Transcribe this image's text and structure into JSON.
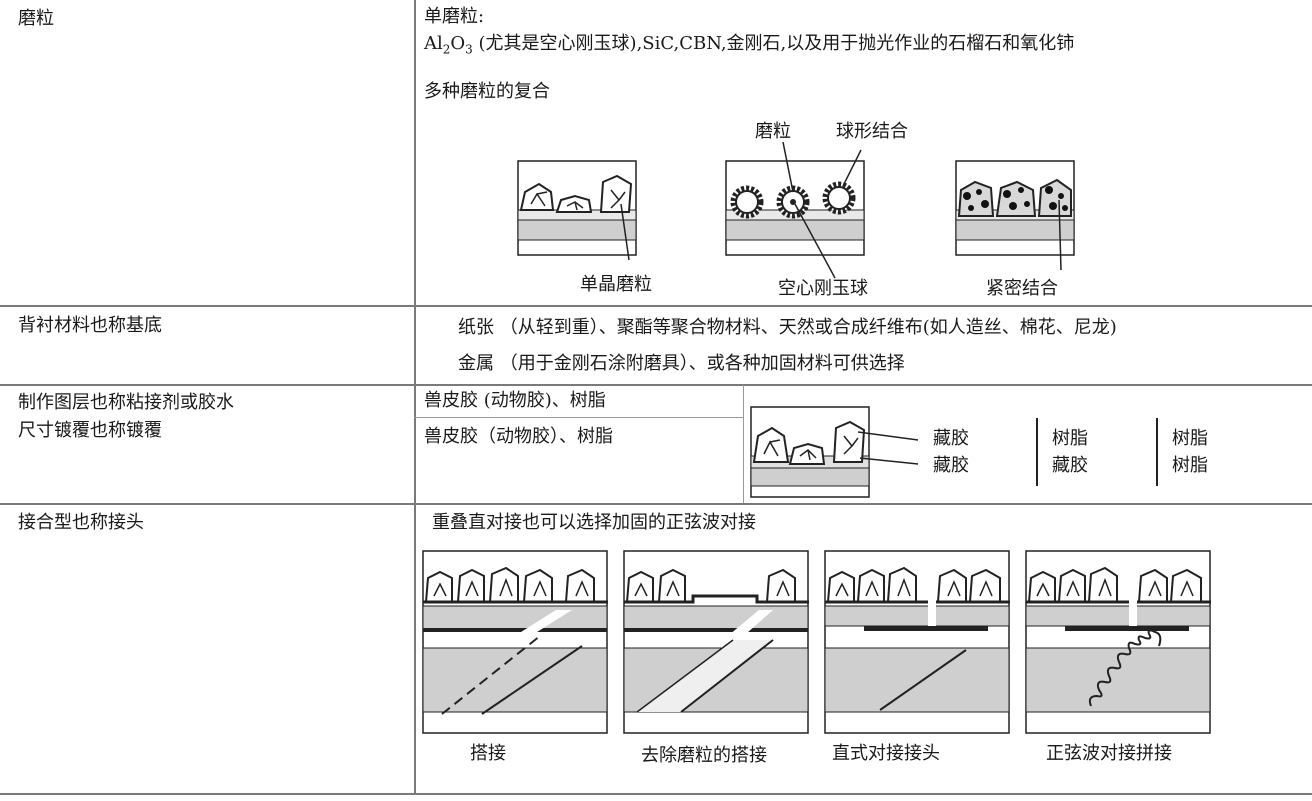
{
  "rows": {
    "abrasive": {
      "label": "磨粒",
      "single_title": "单磨粒:",
      "single_formula_a": "Al",
      "single_formula_sub1": "2",
      "single_formula_o": "O",
      "single_formula_sub2": "3",
      "single_rest": " (尤其是空心刚玉球),SiC,CBN,金刚石,以及用于抛光作业的石榴石和氧化铈",
      "composite_title": "多种磨粒的复合",
      "fig_label_grain": "磨粒",
      "fig_label_sphere_bond": "球形结合",
      "fig_label_single_crystal": "单晶磨粒",
      "fig_label_hollow": "空心刚玉球",
      "fig_label_dense": "紧密结合"
    },
    "backing": {
      "label": "背衬材料也称基底",
      "line1": "纸张 （从轻到重）、聚酯等聚合物材料、天然或合成纤维布(如人造丝、棉花、尼龙)",
      "line2": "金属 （用于金刚石涂附磨具）、或各种加固材料可供选择"
    },
    "make_coat": {
      "label": "制作图层也称粘接剂或胶水",
      "value": "兽皮胶 (动物胶)、树脂"
    },
    "size_coat": {
      "label": "尺寸镀覆也称镀覆",
      "value": "兽皮胶（动物胶）、树脂",
      "combo_col1": [
        "藏胶",
        "藏胶"
      ],
      "combo_col2": [
        "树脂",
        "藏胶"
      ],
      "combo_col3": [
        "树脂",
        "树脂"
      ]
    },
    "joint": {
      "label": "接合型也称接头",
      "desc": "重叠直对接也可以选择加固的正弦波对接",
      "types": [
        "搭接",
        "去除磨粒的搭接",
        "直式对接接头",
        "正弦波对接拼接"
      ]
    }
  }
}
